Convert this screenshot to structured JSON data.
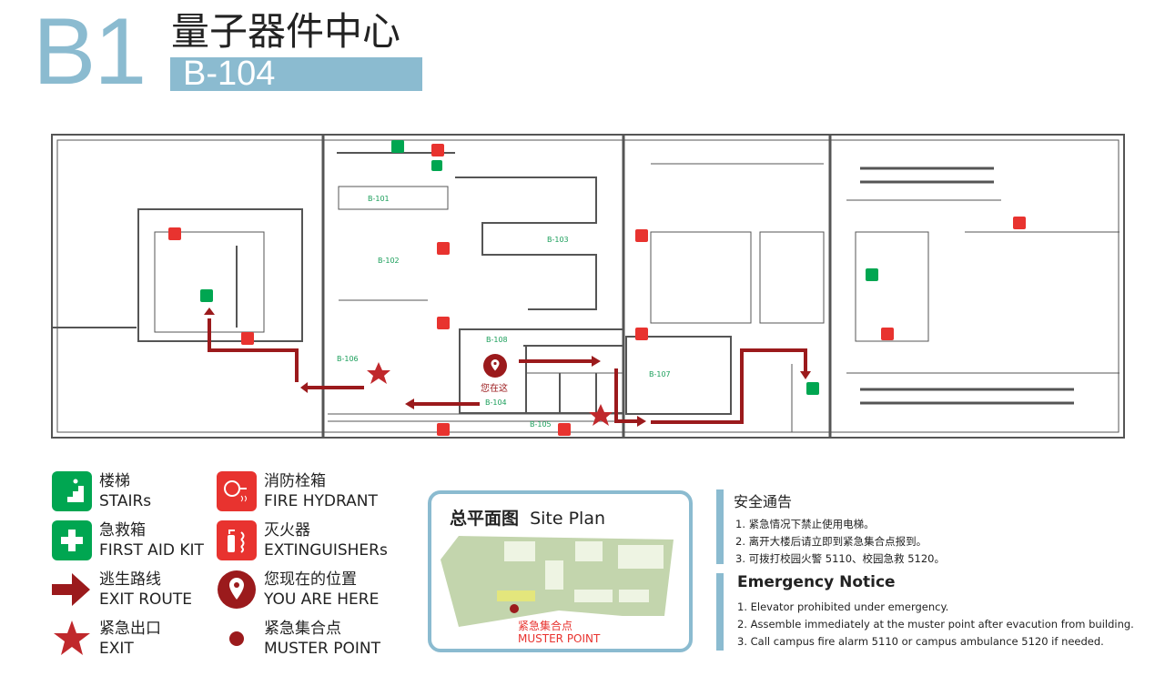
{
  "header": {
    "floor": "B1",
    "building": "量子器件中心",
    "room": "B-104"
  },
  "plan": {
    "rooms": [
      "B-101",
      "B-102",
      "B-103",
      "B-104",
      "B-105",
      "B-106",
      "B-107",
      "B-108"
    ],
    "you_are_here": "您在这"
  },
  "legend": [
    {
      "icon": "stairs-icon",
      "zh": "楼梯",
      "en": "STAIRs"
    },
    {
      "icon": "first-aid-icon",
      "zh": "急救箱",
      "en": "FIRST AID KIT"
    },
    {
      "icon": "exit-route-arrow-icon",
      "zh": "逃生路线",
      "en": "EXIT ROUTE"
    },
    {
      "icon": "exit-star-icon",
      "zh": "紧急出口",
      "en": "EXIT"
    },
    {
      "icon": "fire-hydrant-icon",
      "zh": "消防栓箱",
      "en": "FIRE HYDRANT"
    },
    {
      "icon": "extinguisher-icon",
      "zh": "灭火器",
      "en": "EXTINGUISHERs"
    },
    {
      "icon": "location-pin-icon",
      "zh": "您现在的位置",
      "en": "YOU ARE HERE"
    },
    {
      "icon": "muster-point-icon",
      "zh": "紧急集合点",
      "en": "MUSTER POINT"
    }
  ],
  "site_plan": {
    "title_zh": "总平面图",
    "title_en": "Site Plan",
    "muster_zh": "紧急集合点",
    "muster_en": "MUSTER POINT"
  },
  "notice": {
    "title_zh": "安全通告",
    "items_zh": [
      "1.  紧急情况下禁止使用电梯。",
      "2.  离开大楼后请立即到紧急集合点报到。",
      "3.  可拨打校园火警 5110、校园急救 5120。"
    ],
    "title_en": "Emergency Notice",
    "items_en": [
      "1.  Elevator prohibited under emergency.",
      "2. Assemble immediately at the muster point after evacution from building.",
      "3. Call campus fire alarm 5110 or campus ambulance 5120 if needed."
    ]
  },
  "colors": {
    "accent": "#8bbbd0",
    "route": "#9b1a1c",
    "green": "#00a651",
    "red": "#e8332f"
  }
}
